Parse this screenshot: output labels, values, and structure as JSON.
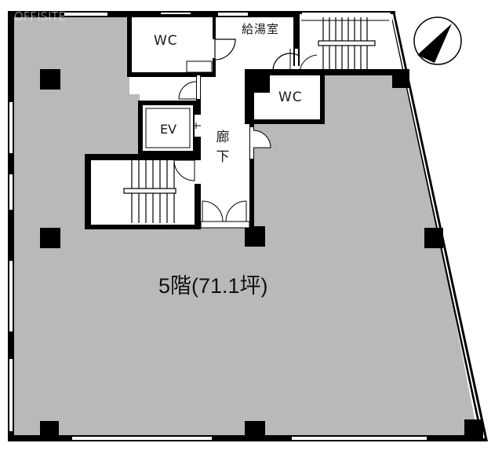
{
  "watermark": "OFFISITE",
  "floor": {
    "label": "5階(71.1坪)",
    "floor_number": "5階",
    "area_tsubo": "71.1坪"
  },
  "rooms": {
    "wc_left": "WC",
    "wc_right": "WC",
    "kitchenette": "給湯室",
    "elevator": "EV",
    "corridor_line1": "廊",
    "corridor_line2": "下"
  },
  "colors": {
    "office_fill": "#b9b9b9",
    "wall": "#000000",
    "core_fill": "#ffffff"
  },
  "compass": {
    "icon": "north-arrow-icon"
  }
}
